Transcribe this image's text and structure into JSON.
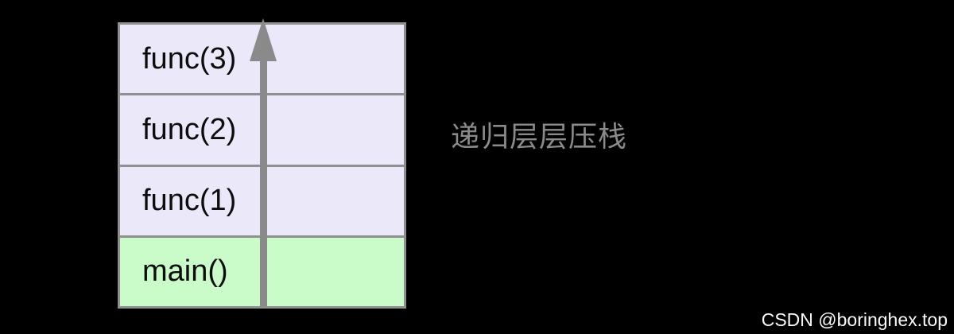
{
  "stack": {
    "rows": [
      {
        "label": "func(3)"
      },
      {
        "label": "func(2)"
      },
      {
        "label": "func(1)"
      },
      {
        "label": "main()"
      }
    ]
  },
  "arrow": {
    "icon": "up-arrow-icon",
    "direction": "up"
  },
  "caption": {
    "text": "递归层层压栈"
  },
  "watermark": {
    "text": "CSDN @boringhex.top"
  },
  "colors": {
    "background": "#000000",
    "stack_frame_cell": "#ebe9f9",
    "main_frame_cell": "#c9fcc8",
    "table_border": "#8f8f8f",
    "arrow": "#8a8a8a",
    "caption_text": "#8a8a8a",
    "row_text": "#0d0d0d",
    "watermark_text": "#fafafa"
  }
}
